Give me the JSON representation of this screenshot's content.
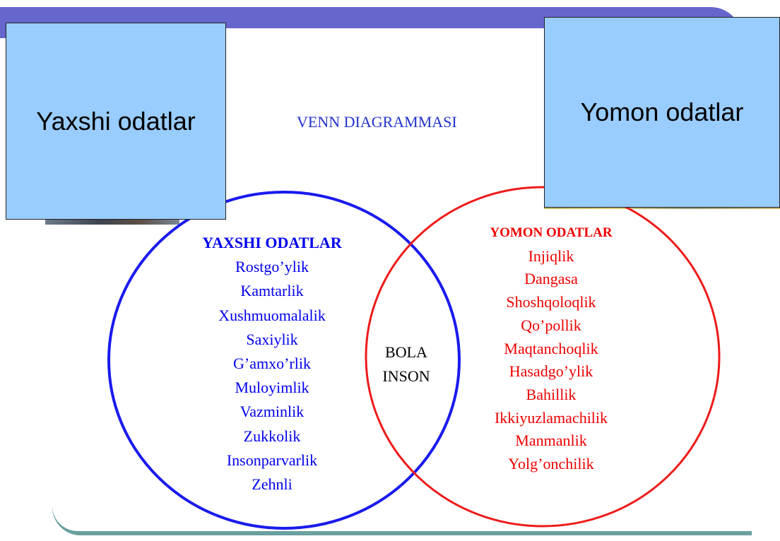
{
  "boxes": {
    "left": "Yaxshi odatlar",
    "right": "Yomon odatlar"
  },
  "title": "VENN DIAGRAMMASI",
  "good": {
    "heading": "YAXSHI ODATLAR",
    "items": [
      "Rostgo’ylik",
      "Kamtarlik",
      "Xushmuomalalik",
      "Saxiylik",
      "G’amxo’rlik",
      "Muloyimlik",
      "Vazminlik",
      "Zukkolik",
      "Insonparvarlik",
      "Zehnli"
    ]
  },
  "bad": {
    "heading": "YOMON ODATLAR",
    "items": [
      "Injiqlik",
      "Dangasa",
      "Shoshqoloqlik",
      "Qo’pollik",
      "Maqtanchoqlik",
      "Hasadgo’ylik",
      "Bahillik",
      "Ikkiyuzlamachilik",
      "Manmanlik",
      "Yolg’onchilik"
    ]
  },
  "center": {
    "line1": "BOLA",
    "line2": "INSON"
  },
  "colors": {
    "good": "#0000ee",
    "bad": "#ee0000",
    "box": "#99ccff",
    "top_bar": "#6666cc",
    "frame": "#6aa0a0"
  }
}
